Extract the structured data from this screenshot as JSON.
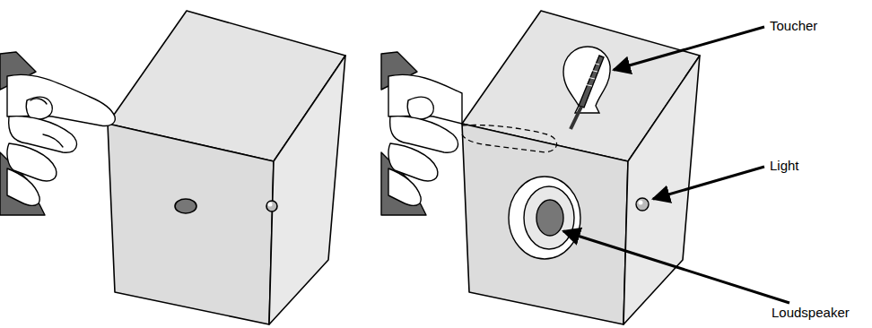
{
  "diagram": {
    "labels": [
      "Toucher",
      "Light",
      "Loudspeaker"
    ]
  }
}
